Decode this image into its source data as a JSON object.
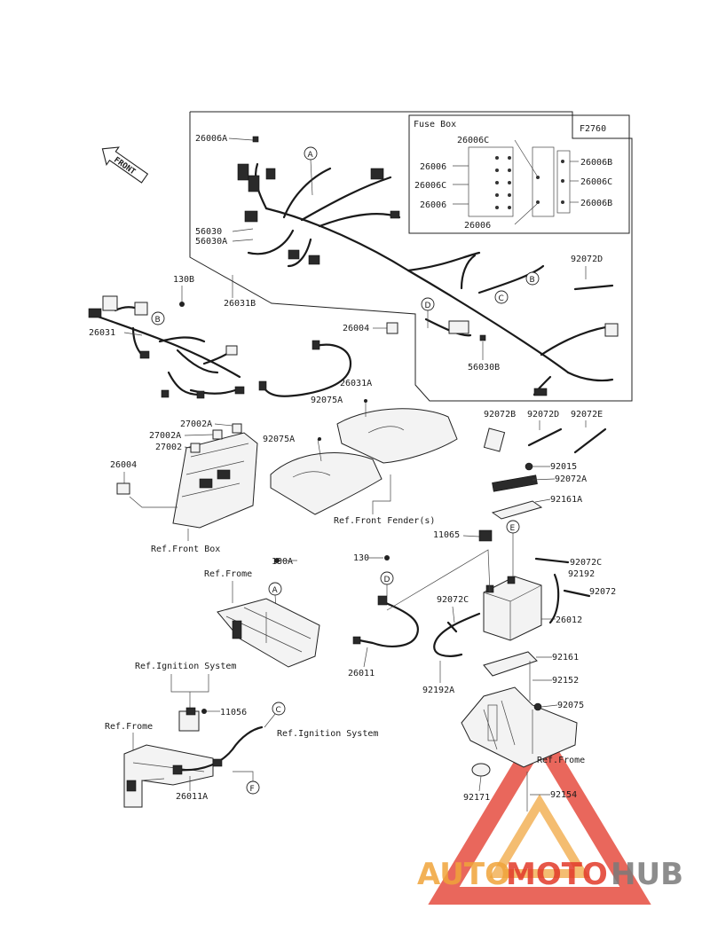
{
  "diagram": {
    "code": "F2760",
    "fuse_box_title": "Fuse Box",
    "front_arrow": "FRONT",
    "parts": {
      "p26006A": "26006A",
      "p56030": "56030",
      "p56030A": "56030A",
      "p26031B": "26031B",
      "p130B": "130B",
      "p26031": "26031",
      "p26004_top": "26004",
      "p26031A": "26031A",
      "p56030B": "56030B",
      "p92072D_top": "92072D",
      "p92075A_1": "92075A",
      "p92075A_2": "92075A",
      "p27002A_1": "27002A",
      "p27002A_2": "27002A",
      "p27002": "27002",
      "p26004_left": "26004",
      "p92072B": "92072B",
      "p92072D_mid": "92072D",
      "p92072E": "92072E",
      "p92015": "92015",
      "p92072A": "92072A",
      "p92161A": "92161A",
      "p11065": "11065",
      "p130A": "130A",
      "p130": "130",
      "p92072C_1": "92072C",
      "p92192": "92192",
      "p92072": "92072",
      "p92072C_2": "92072C",
      "p26012": "26012",
      "p26011": "26011",
      "p92192A": "92192A",
      "p92161": "92161",
      "p92152": "92152",
      "p11056": "11056",
      "p92075": "92075",
      "p92171": "92171",
      "p92154": "92154",
      "p26011A": "26011A"
    },
    "fuse_box": {
      "f26006C_top": "26006C",
      "f26006_1": "26006",
      "f26006C_2": "26006C",
      "f26006_3": "26006",
      "f26006_bottom": "26006",
      "f26006B_1": "26006B",
      "f26006C_r": "26006C",
      "f26006B_2": "26006B"
    },
    "refs": {
      "front_fender": "Ref.Front Fender(s)",
      "front_box": "Ref.Front Box",
      "frame_1": "Ref.Frome",
      "ignition_1": "Ref.Ignition System",
      "ignition_2": "Ref.Ignition System",
      "frame_2": "Ref.Frome",
      "frame_3": "Ref.Frome"
    },
    "callouts": {
      "a": "A",
      "b": "B",
      "c": "C",
      "d": "D",
      "e": "E",
      "f": "F"
    }
  },
  "watermark": {
    "part1": "AUTO",
    "part2": "MOTO",
    "part3": "HUB",
    "color_orange": "#f0a43a",
    "color_red": "#e23a2a",
    "color_gray": "#7a7a7a"
  }
}
